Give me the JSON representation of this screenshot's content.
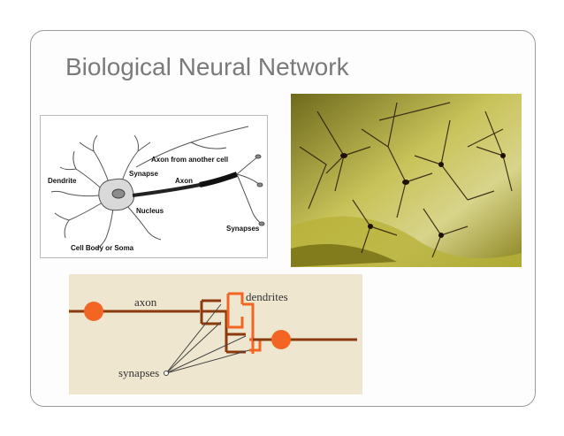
{
  "slide": {
    "title": "Biological Neural Network"
  },
  "neuron_diagram": {
    "labels": {
      "axon_from_another_cell": "Axon from another cell",
      "synapse": "Synapse",
      "axon": "Axon",
      "dendrite": "Dendrite",
      "nucleus": "Nucleus",
      "synapses": "Synapses",
      "cell_body": "Cell Body or Soma"
    }
  },
  "synapse_diagram": {
    "labels": {
      "axon": "axon",
      "dendrites": "dendrites",
      "synapses": "synapses"
    },
    "colors": {
      "neuron_a": "#f26522",
      "neuron_b": "#8b3a0e",
      "background": "#efe6cf"
    }
  },
  "photo": {
    "subject": "stained neurons micrograph",
    "colors": {
      "background": "#b8b23a",
      "cells": "#2a1a08"
    }
  }
}
